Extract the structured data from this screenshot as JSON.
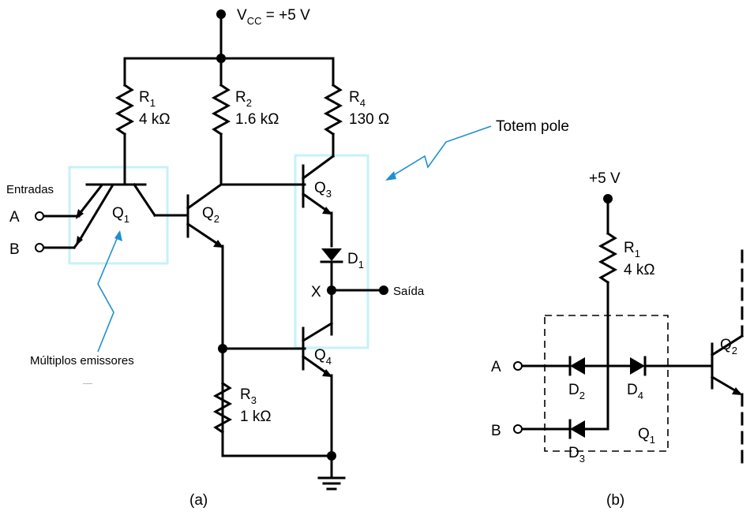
{
  "circuit_a": {
    "supply": {
      "label": "V",
      "sub": "CC",
      "value": " = +5 V"
    },
    "r1": {
      "name": "R",
      "sub": "1",
      "value": "4 kΩ"
    },
    "r2": {
      "name": "R",
      "sub": "2",
      "value": "1.6 kΩ"
    },
    "r3": {
      "name": "R",
      "sub": "3",
      "value": "1 kΩ"
    },
    "r4": {
      "name": "R",
      "sub": "4",
      "value": "130 Ω"
    },
    "q1": {
      "name": "Q",
      "sub": "1"
    },
    "q2": {
      "name": "Q",
      "sub": "2"
    },
    "q3": {
      "name": "Q",
      "sub": "3"
    },
    "q4": {
      "name": "Q",
      "sub": "4"
    },
    "d1": {
      "name": "D",
      "sub": "1"
    },
    "node_x": "X",
    "inputs_label": "Entradas",
    "input_a": "A",
    "input_b": "B",
    "output_label": "Saída",
    "totem_pole_label": "Totem pole",
    "multi_emitter_label": "Múltiplos emissores",
    "caption": "(a)"
  },
  "circuit_b": {
    "supply": "+5 V",
    "r1": {
      "name": "R",
      "sub": "1",
      "value": "4 kΩ"
    },
    "d2": {
      "name": "D",
      "sub": "2"
    },
    "d3": {
      "name": "D",
      "sub": "3"
    },
    "d4": {
      "name": "D",
      "sub": "4"
    },
    "q1": {
      "name": "Q",
      "sub": "1"
    },
    "q2": {
      "name": "Q",
      "sub": "2"
    },
    "input_a": "A",
    "input_b": "B",
    "caption": "(b)"
  },
  "colors": {
    "line": "#000000",
    "callout": "#1e8fd0",
    "highlight": "#c6f2f7"
  }
}
